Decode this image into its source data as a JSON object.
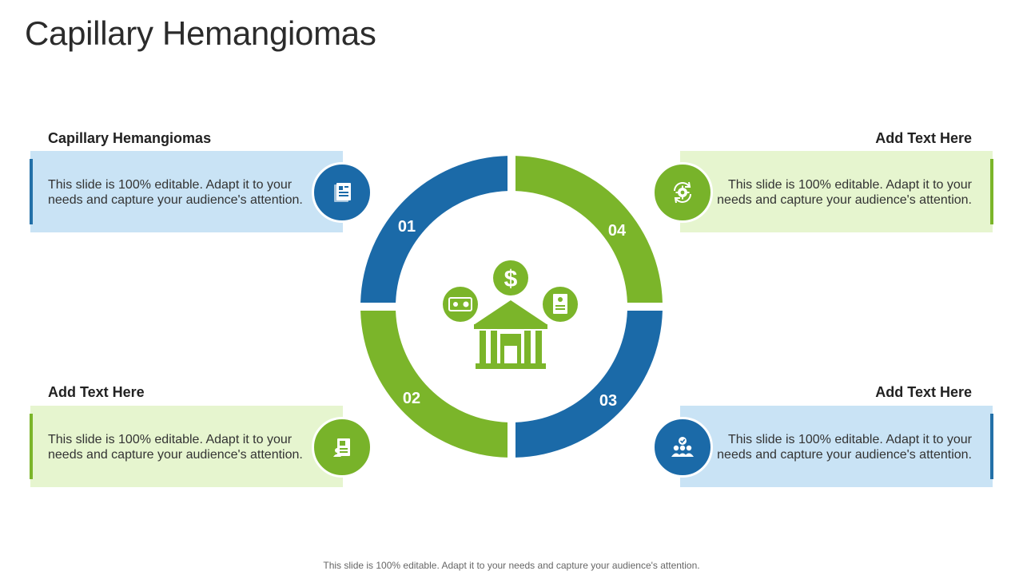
{
  "title": "Capillary Hemangiomas",
  "colors": {
    "blue": "#1b6aa8",
    "green": "#7bb52a",
    "light_blue": "#c9e3f5",
    "light_green": "#e6f5cf"
  },
  "center_icon": "bank-with-money-icon",
  "segments": [
    {
      "number": "01",
      "color": "blue"
    },
    {
      "number": "02",
      "color": "green"
    },
    {
      "number": "03",
      "color": "blue"
    },
    {
      "number": "04",
      "color": "green"
    }
  ],
  "cards": [
    {
      "heading": "Capillary Hemangiomas",
      "text_line1": "This slide is 100% editable. Adapt it to your",
      "text_line2": "needs and capture your audience's attention.",
      "icon": "document-icon",
      "color": "blue"
    },
    {
      "heading": "Add Text Here",
      "text_line1": "This slide is 100% editable. Adapt it to your",
      "text_line2": "needs and capture your audience's attention.",
      "icon": "clipboard-icon",
      "color": "green"
    },
    {
      "heading": "Add Text Here",
      "text_line1": "This slide is 100% editable. Adapt it to your",
      "text_line2": "needs and capture your audience's attention.",
      "icon": "team-check-icon",
      "color": "blue"
    },
    {
      "heading": "Add Text Here",
      "text_line1": "This slide is 100% editable. Adapt it to your",
      "text_line2": "needs and capture your audience's attention.",
      "icon": "gear-refresh-icon",
      "color": "green"
    }
  ],
  "footer": "This slide is 100% editable. Adapt it to your needs and capture your audience's attention."
}
